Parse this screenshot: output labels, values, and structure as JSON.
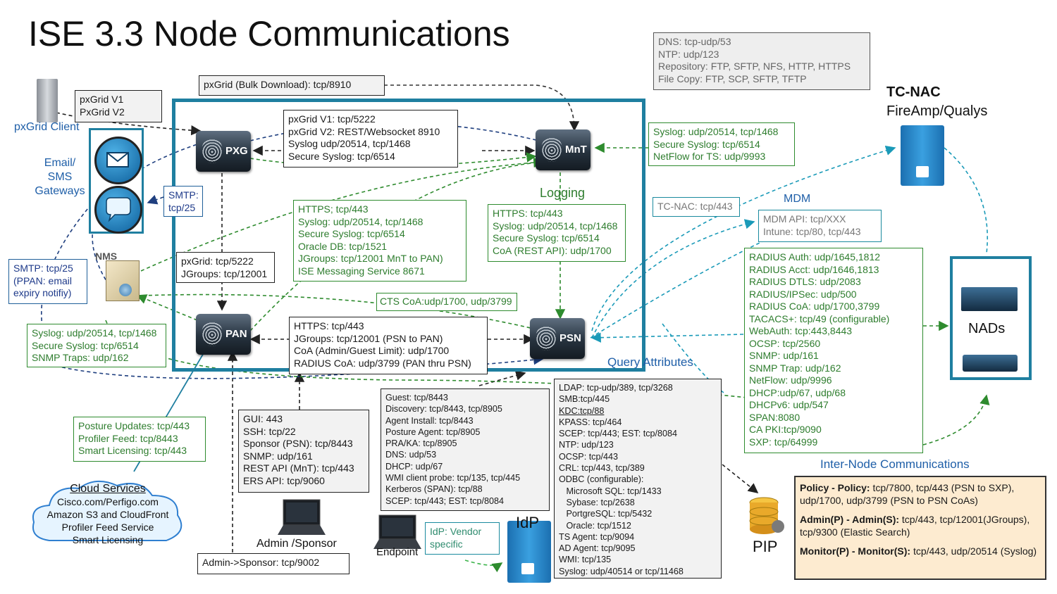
{
  "title": "ISE 3.3 Node Communications",
  "colors": {
    "frame": "#1f7fa0",
    "green_arrow": "#2e8b2e",
    "blue_arrow": "#1f4f8f",
    "teal_arrow": "#1a9ab8",
    "label_blue": "#1f5fa8"
  },
  "nodes": {
    "pxg": "PXG",
    "mnt": "MnT",
    "pan": "PAN",
    "psn": "PSN"
  },
  "labels": {
    "pxgrid_client": "pxGrid Client",
    "email_sms": [
      "Email/",
      "SMS",
      "Gateways"
    ],
    "nms": "NMS",
    "logging": "Logging",
    "query_attributes": "Query Attributes",
    "mdm": "MDM",
    "tc_nac_title": "TC-NAC",
    "tc_nac_sub": "FireAmp/Qualys",
    "nads": "NADs",
    "inter_node": "Inter-Node Communications",
    "pip": "PIP",
    "idp": "IdP",
    "endpoint": "Endpoint",
    "admin_sponsor": "Admin /Sponsor"
  },
  "boxes": {
    "pxgrid_versions": [
      "pxGrid V1",
      "PxGrid V2"
    ],
    "pxgrid_bulk": [
      "pxGrid (Bulk Download): tcp/8910"
    ],
    "external_services": [
      "DNS: tcp-udp/53",
      "NTP: udp/123",
      "Repository: FTP, SFTP, NFS, HTTP, HTTPS",
      "File Copy: FTP, SCP, SFTP, TFTP"
    ],
    "pxg_mnt": [
      "pxGrid V1: tcp/5222",
      "pxGrid V2: REST/Websocket 8910",
      "Syslog udp/20514, tcp/1468",
      "Secure Syslog: tcp/6514"
    ],
    "mnt_syslog": [
      "Syslog: udp/20514, tcp/1468",
      "Secure Syslog: tcp/6514",
      "NetFlow for TS: udp/9993"
    ],
    "smtp_gateway": [
      "SMTP:",
      "tcp/25"
    ],
    "tc_nac_port": [
      "TC-NAC: tcp/443"
    ],
    "mdm_ports": [
      "MDM API: tcp/XXX",
      "Intune: tcp/80, tcp/443"
    ],
    "pan_mnt": [
      "HTTPS; tcp/443",
      "Syslog: udp/20514, tcp/1468",
      "Secure Syslog: tcp/6514",
      "Oracle DB: tcp/1521",
      "JGroups: tcp/12001 MnT to PAN)",
      "ISE Messaging Service 8671"
    ],
    "psn_mnt": [
      "HTTPS: tcp/443",
      "Syslog: udp/20514, tcp/1468",
      "Secure Syslog: tcp/6514",
      "CoA (REST API): udp/1700"
    ],
    "smtp_ppan": [
      "SMTP: tcp/25",
      "(PPAN: email",
      "expiry notifiy)"
    ],
    "pxg_pan": [
      "pxGrid: tcp/5222",
      "JGroups: tcp/12001"
    ],
    "cts_coa": [
      "CTS CoA:udp/1700, udp/3799"
    ],
    "nms_syslog": [
      "Syslog: udp/20514, tcp/1468",
      "Secure Syslog: tcp/6514",
      "SNMP Traps: udp/162"
    ],
    "pan_psn": [
      "HTTPS: tcp/443",
      "JGroups: tcp/12001 (PSN to PAN)",
      "CoA (Admin/Guest Limit): udp/1700",
      "RADIUS CoA: udp/3799 (PAN thru PSN)"
    ],
    "radius": [
      "RADIUS Auth: udp/1645,1812",
      "RADIUS Acct: udp/1646,1813",
      "RADIUS DTLS: udp/2083",
      "RADIUS/IPSec: udp/500",
      "RADIUS CoA: udp/1700,3799",
      "TACACS+: tcp/49 (configurable)",
      "WebAuth: tcp:443,8443",
      "OCSP: tcp/2560",
      "SNMP: udp/161",
      "SNMP Trap: udp/162",
      "NetFlow: udp/9996",
      "DHCP:udp/67, udp/68",
      "DHCPv6: udp/547",
      "SPAN:8080",
      "CA PKI:tcp/9090",
      "SXP: tcp/64999"
    ],
    "endpoint_psn": [
      "Guest: tcp/8443",
      "Discovery: tcp/8443, tcp/8905",
      "Agent Install: tcp/8443",
      "Posture Agent: tcp/8905",
      "PRA/KA: tcp/8905",
      "DNS: udp/53",
      "DHCP: udp/67",
      "WMI client probe: tcp/135, tcp/445",
      "Kerberos (SPAN): tcp/88",
      "SCEP: tcp/443; EST: tcp/8084"
    ],
    "query_ports": [
      "LDAP: tcp-udp/389, tcp/3268",
      "SMB:tcp/445",
      "KDC:tcp/88",
      "KPASS: tcp/464",
      "SCEP: tcp/443; EST: tcp/8084",
      "NTP: udp/123",
      "OCSP: tcp/443",
      "CRL: tcp/443, tcp/389",
      "ODBC (configurable):",
      "   Microsoft SQL: tcp/1433",
      "   Sybase: tcp/2638",
      "   PortgreSQL: tcp/5432",
      "   Oracle: tcp/1512",
      "TS Agent: tcp/9094",
      "AD Agent: tcp/9095",
      "WMI: tcp/135",
      "Syslog: udp/40514 or tcp/11468"
    ],
    "posture_updates": [
      "Posture Updates: tcp/443",
      "Profiler Feed: tcp/8443",
      "Smart Licensing: tcp/443"
    ],
    "admin_ports": [
      "GUI: 443",
      "SSH: tcp/22",
      "Sponsor (PSN): tcp/8443",
      "SNMP: udp/161",
      "REST API (MnT): tcp/443",
      "ERS API: tcp/9060"
    ],
    "admin_sponsor_port": [
      "Admin->Sponsor: tcp/9002"
    ],
    "idp_vendor": [
      "IdP: Vendor",
      "specific"
    ]
  },
  "cloud": {
    "title": "Cloud Services",
    "lines": [
      "Cisco.com/Perfigo.com",
      "Amazon S3 and CloudFront",
      "Profiler Feed Service",
      "Smart Licensing"
    ]
  },
  "policy": {
    "p1_bold": "Policy - Policy:",
    "p1_text": " tcp/7800, tcp/443 (PSN to SXP), udp/1700, udp/3799 (PSN to PSN CoAs)",
    "p2_bold": "Admin(P) - Admin(S):",
    "p2_text": " tcp/443, tcp/12001(JGroups), tcp/9300 (Elastic Search)",
    "p3_bold": "Monitor(P) - Monitor(S):",
    "p3_text": " tcp/443, udp/20514 (Syslog)"
  }
}
